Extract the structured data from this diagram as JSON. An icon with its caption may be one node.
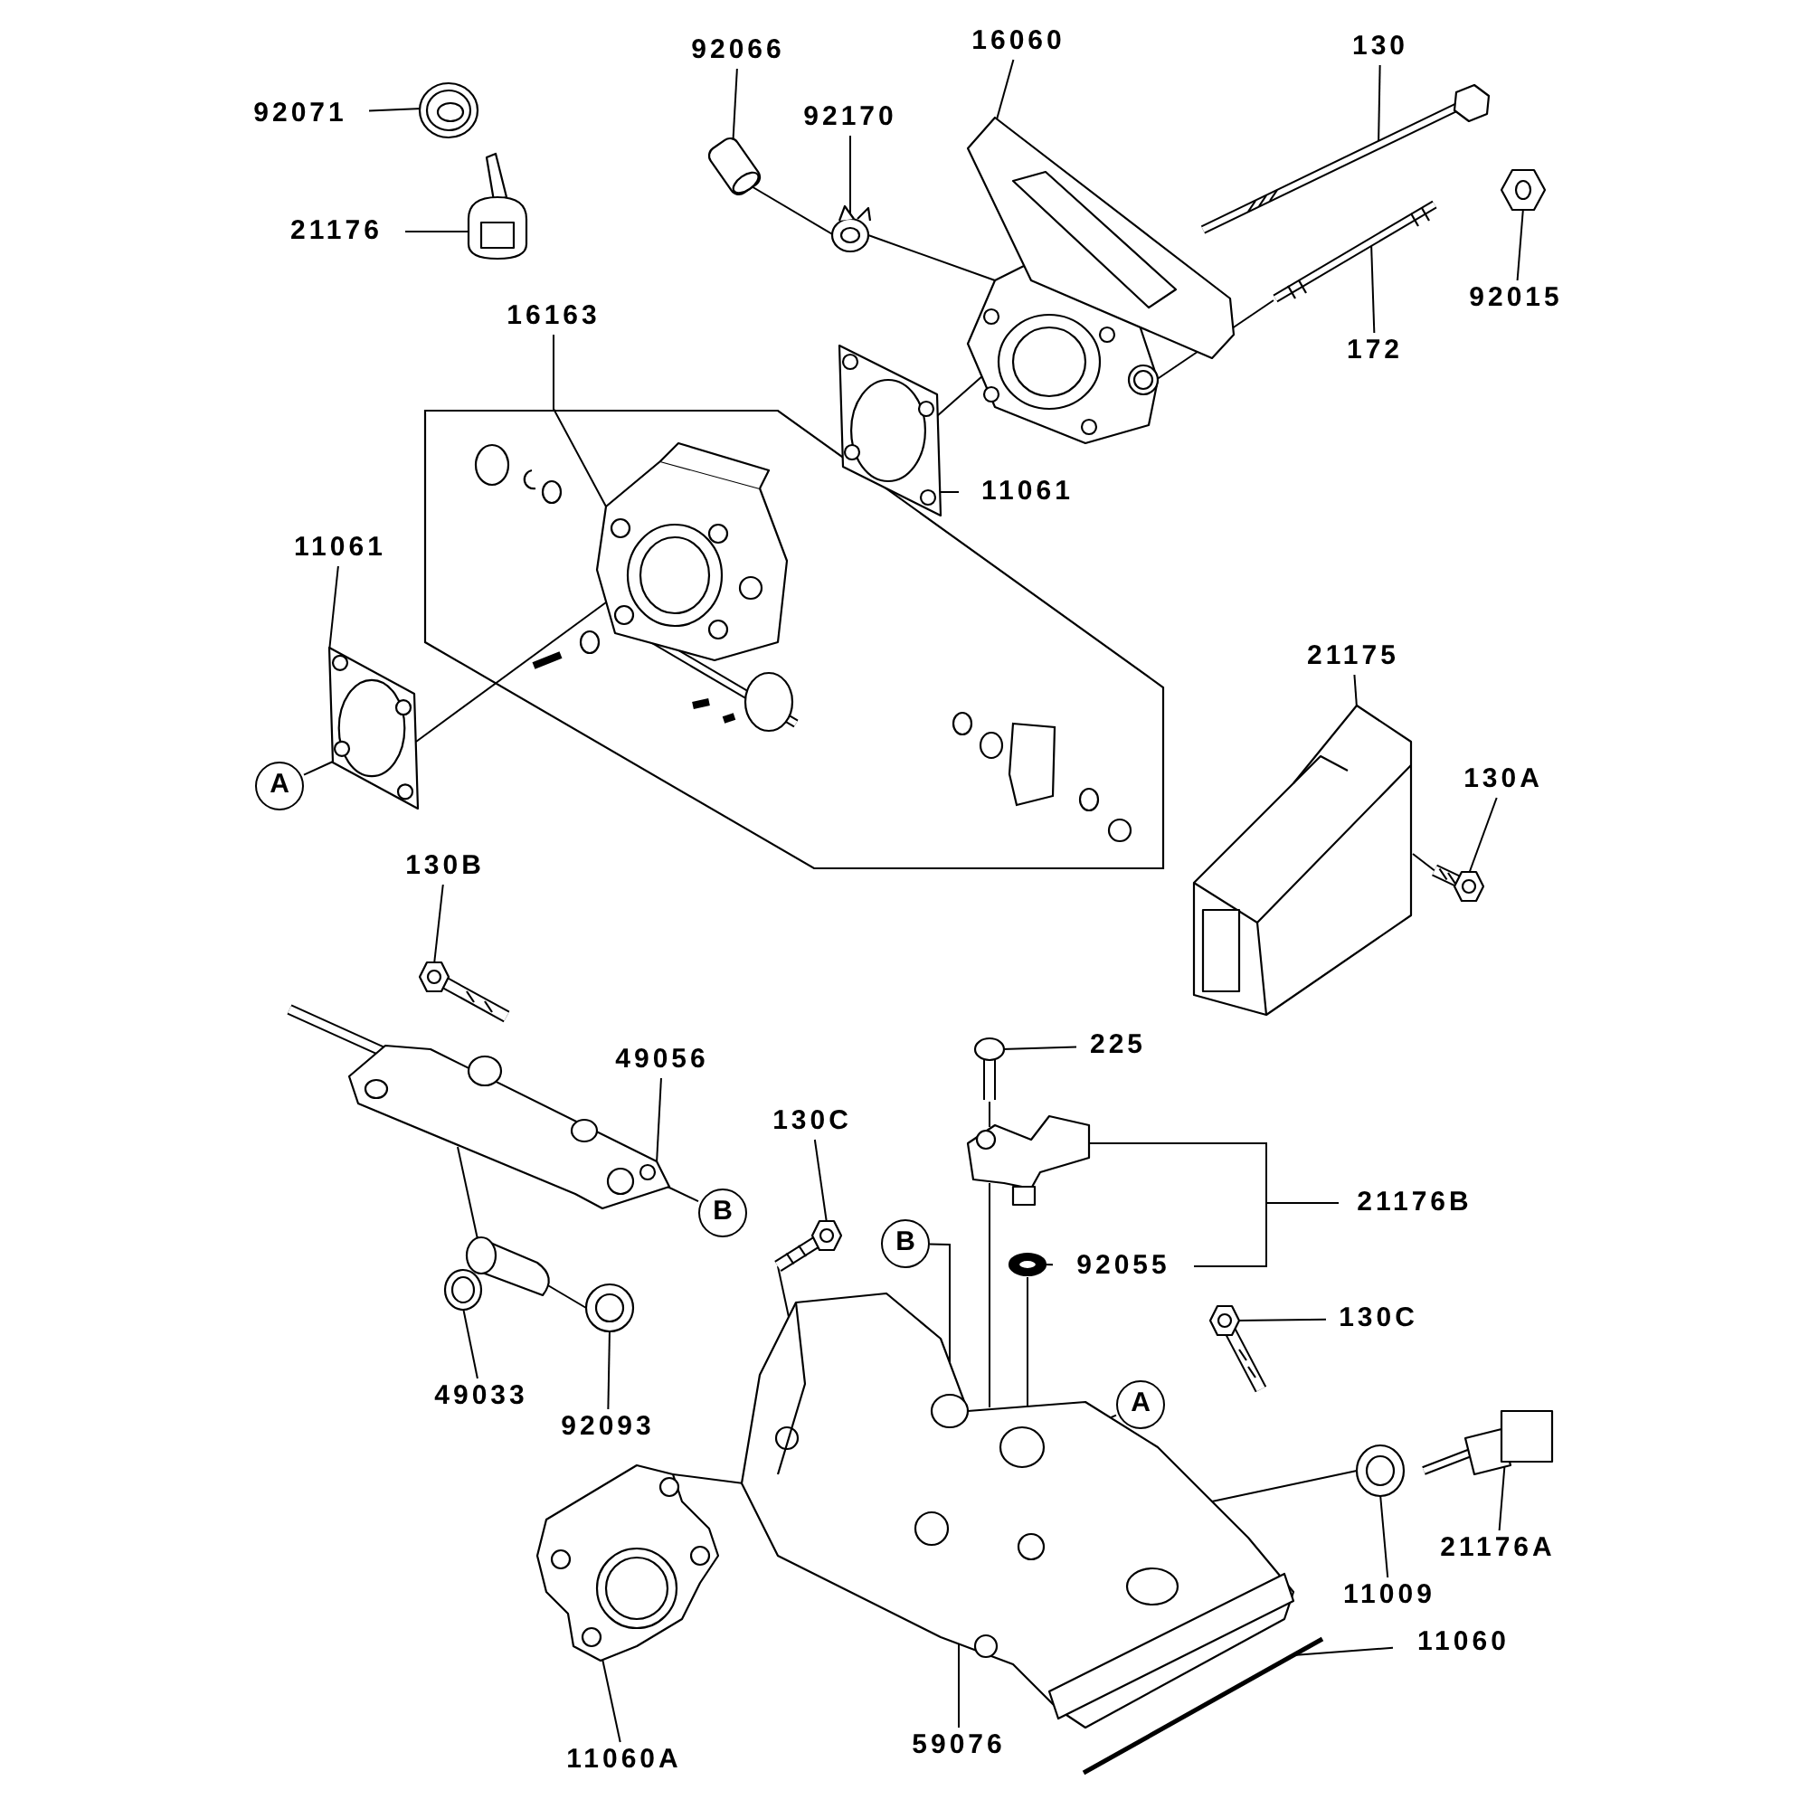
{
  "diagram": {
    "nodes": [
      {
        "text": [
          "92071"
        ]
      },
      {
        "text": [],
        "shape": "picture"
      },
      {
        "text": [
          "21176"
        ]
      },
      {
        "text": [],
        "shape": "picture"
      },
      {
        "text": [
          "92066"
        ]
      },
      {
        "text": [],
        "shape": "picture"
      },
      {
        "text": [
          "92170"
        ]
      },
      {
        "text": [],
        "shape": "picture"
      },
      {
        "text": [
          "16060"
        ]
      },
      {
        "text": [],
        "shape": "picture"
      },
      {
        "text": [
          "130"
        ]
      },
      {
        "text": [],
        "shape": "picture"
      },
      {
        "text": [
          "92015"
        ]
      },
      {
        "text": [],
        "shape": "picture"
      },
      {
        "text": [
          "172"
        ]
      },
      {
        "text": [],
        "shape": "picture"
      },
      {
        "text": [
          "16163"
        ]
      },
      {
        "text": [],
        "shape": "picture"
      },
      {
        "text": [
          "11061"
        ]
      },
      {
        "text": [],
        "shape": "picture"
      },
      {
        "text": [
          "11061"
        ]
      },
      {
        "text": [],
        "shape": "picture"
      },
      {
        "text": [
          "A"
        ]
      },
      {
        "text": [
          "21175"
        ]
      },
      {
        "text": [],
        "shape": "picture"
      },
      {
        "text": [
          "130A"
        ]
      },
      {
        "text": [],
        "shape": "picture"
      },
      {
        "text": [
          "130B"
        ]
      },
      {
        "text": [],
        "shape": "picture"
      },
      {
        "text": [
          "49056"
        ]
      },
      {
        "text": [],
        "shape": "picture"
      },
      {
        "text": [
          "B"
        ]
      },
      {
        "text": [
          "49033"
        ]
      },
      {
        "text": [],
        "shape": "picture"
      },
      {
        "text": [
          "92093"
        ]
      },
      {
        "text": [],
        "shape": "picture"
      },
      {
        "text": [
          "130C"
        ]
      },
      {
        "text": [],
        "shape": "picture"
      },
      {
        "text": [
          "B"
        ]
      },
      {
        "text": [
          "225"
        ]
      },
      {
        "text": [],
        "shape": "picture"
      },
      {
        "text": [
          "21176B"
        ]
      },
      {
        "text": [],
        "shape": "picture"
      },
      {
        "text": [
          "92055"
        ]
      },
      {
        "text": [],
        "shape": "picture"
      },
      {
        "text": [
          "130C"
        ]
      },
      {
        "text": [],
        "shape": "picture"
      },
      {
        "text": [
          "A"
        ]
      },
      {
        "text": [
          "21176A"
        ]
      },
      {
        "text": [],
        "shape": "picture"
      },
      {
        "text": [
          "11009"
        ]
      },
      {
        "text": [],
        "shape": "picture"
      },
      {
        "text": [
          "11060"
        ]
      },
      {
        "text": [],
        "shape": "picture"
      },
      {
        "text": [
          "11060A"
        ]
      },
      {
        "text": [],
        "shape": "picture"
      },
      {
        "text": [
          "59076"
        ]
      },
      {
        "text": [],
        "shape": "picture"
      }
    ],
    "edges": [
      {
        "from": 0,
        "to": 1,
        "arrow": "none"
      },
      {
        "from": 2,
        "to": 3,
        "arrow": "none"
      },
      {
        "from": 4,
        "to": 5,
        "arrow": "none"
      },
      {
        "from": 6,
        "to": 7,
        "arrow": "none"
      },
      {
        "from": 8,
        "to": 9,
        "arrow": "none"
      },
      {
        "from": 10,
        "to": 11,
        "arrow": "none"
      },
      {
        "from": 12,
        "to": 13,
        "arrow": "none"
      },
      {
        "from": 14,
        "to": 15,
        "arrow": "none"
      },
      {
        "from": 16,
        "to": 17,
        "arrow": "none"
      },
      {
        "from": 18,
        "to": 19,
        "arrow": "none"
      },
      {
        "from": 20,
        "to": 21,
        "arrow": "none"
      },
      {
        "from": 22,
        "to": 21,
        "arrow": "none"
      },
      {
        "from": 23,
        "to": 24,
        "arrow": "none"
      },
      {
        "from": 25,
        "to": 26,
        "arrow": "none"
      },
      {
        "from": 27,
        "to": 28,
        "arrow": "none"
      },
      {
        "from": 29,
        "to": 30,
        "arrow": "none"
      },
      {
        "from": 31,
        "to": 30,
        "arrow": "none"
      },
      {
        "from": 32,
        "to": 33,
        "arrow": "none"
      },
      {
        "from": 34,
        "to": 35,
        "arrow": "none"
      },
      {
        "from": 36,
        "to": 37,
        "arrow": "none"
      },
      {
        "from": 38,
        "to": 57,
        "arrow": "none"
      },
      {
        "from": 39,
        "to": 40,
        "arrow": "none"
      },
      {
        "from": 41,
        "to": 42,
        "arrow": "none"
      },
      {
        "from": 41,
        "to": 43,
        "arrow": "none"
      },
      {
        "from": 43,
        "to": 44,
        "arrow": "none"
      },
      {
        "from": 45,
        "to": 46,
        "arrow": "none"
      },
      {
        "from": 47,
        "to": 57,
        "arrow": "none"
      },
      {
        "from": 48,
        "to": 49,
        "arrow": "none"
      },
      {
        "from": 50,
        "to": 51,
        "arrow": "none"
      },
      {
        "from": 52,
        "to": 53,
        "arrow": "none"
      },
      {
        "from": 54,
        "to": 55,
        "arrow": "none"
      },
      {
        "from": 56,
        "to": 57,
        "arrow": "none"
      },
      {
        "from": 5,
        "to": 7,
        "arrow": "none"
      },
      {
        "from": 7,
        "to": 9,
        "arrow": "none"
      },
      {
        "from": 15,
        "to": 9,
        "arrow": "none"
      },
      {
        "from": 21,
        "to": 17,
        "arrow": "none"
      },
      {
        "from": 19,
        "to": 9,
        "arrow": "none"
      },
      {
        "from": 26,
        "to": 24,
        "arrow": "none"
      },
      {
        "from": 30,
        "to": 33,
        "arrow": "none"
      },
      {
        "from": 33,
        "to": 35,
        "arrow": "none"
      },
      {
        "from": 37,
        "to": 57,
        "arrow": "none"
      },
      {
        "from": 40,
        "to": 42,
        "arrow": "none"
      },
      {
        "from": 42,
        "to": 57,
        "arrow": "none"
      },
      {
        "from": 44,
        "to": 57,
        "arrow": "none"
      },
      {
        "from": 51,
        "to": 57,
        "arrow": "none"
      },
      {
        "from": 55,
        "to": 57,
        "arrow": "none"
      }
    ]
  }
}
